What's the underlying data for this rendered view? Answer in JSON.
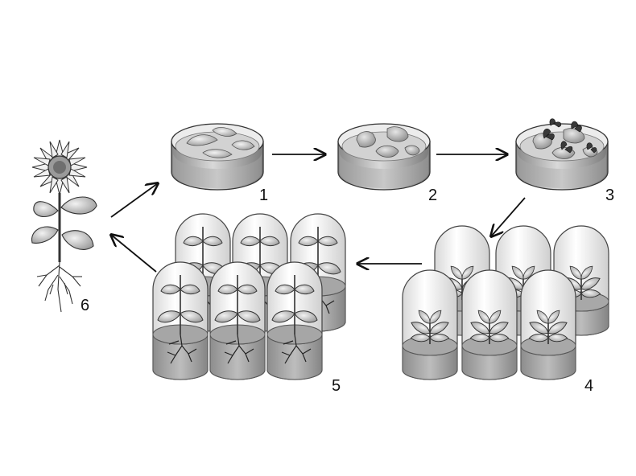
{
  "diagram": {
    "steps": [
      {
        "id": 1,
        "label": "1"
      },
      {
        "id": 2,
        "label": "2"
      },
      {
        "id": 3,
        "label": "3"
      },
      {
        "id": 4,
        "label": "4"
      },
      {
        "id": 5,
        "label": "5"
      },
      {
        "id": 6,
        "label": "6"
      }
    ],
    "flow": [
      [
        1,
        2
      ],
      [
        2,
        3
      ],
      [
        3,
        4
      ],
      [
        4,
        5
      ],
      [
        5,
        6
      ],
      [
        6,
        1
      ]
    ]
  }
}
